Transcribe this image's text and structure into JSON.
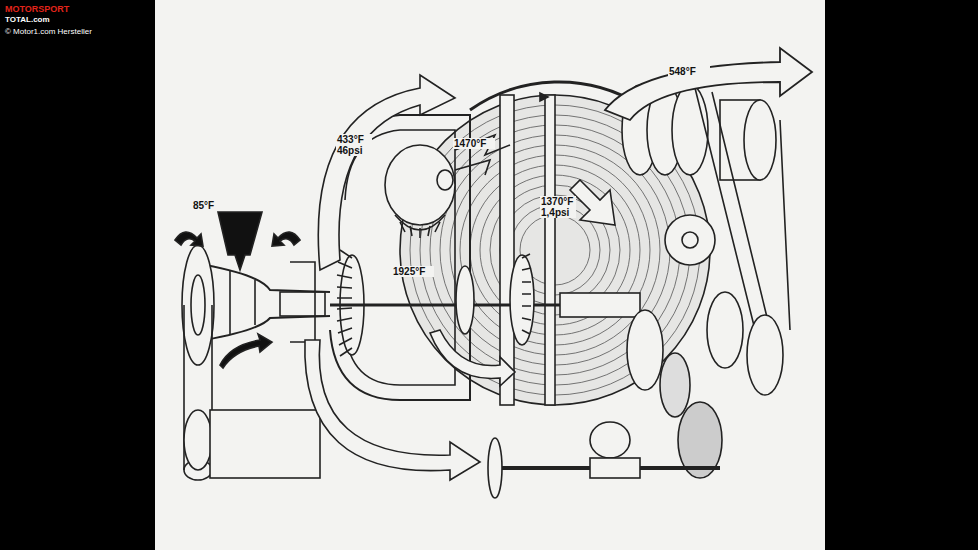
{
  "diagram": {
    "labels": [
      "85°F",
      "433°F 46psi",
      "1470°F",
      "1925°F",
      "1370°F 1,4psi",
      "548°F",
      "MOTORSPORT",
      "TOTAL.com",
      "© Motor1.com Hersteller"
    ]
  }
}
